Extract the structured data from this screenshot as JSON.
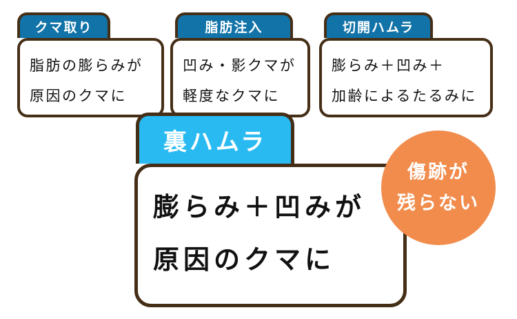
{
  "colors": {
    "tab_blue": "#1173A8",
    "light_blue": "#2ABAF2",
    "border_brown": "#452E16",
    "badge_orange": "#F18C4C",
    "text_black": "#111111",
    "background": "#FFFFFF"
  },
  "cards": [
    {
      "tab": "クマ取り",
      "line1": "脂肪の膨らみが",
      "line2": "原因のクマに"
    },
    {
      "tab": "脂肪注入",
      "line1": "凹み・影クマが",
      "line2": "軽度なクマに"
    },
    {
      "tab": "切開ハムラ",
      "line1": "膨らみ＋凹み＋",
      "line2": "加齢によるたるみに"
    }
  ],
  "main_card": {
    "tab": "裏ハムラ",
    "line1": "膨らみ＋凹みが",
    "line2": "原因のクマに"
  },
  "badge": {
    "line1": "傷跡が",
    "line2": "残らない"
  }
}
